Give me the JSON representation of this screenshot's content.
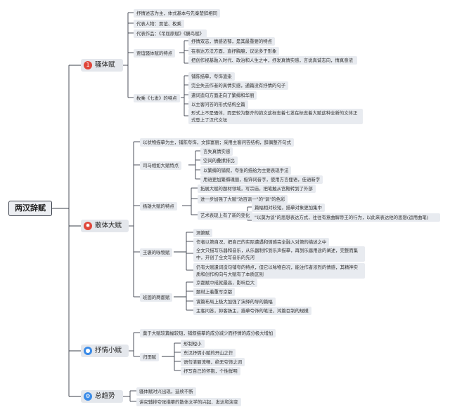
{
  "root": "两汉辞赋",
  "colors": {
    "line": "#3a3f4a",
    "node_bg": "#e8ebf0"
  },
  "categories": [
    {
      "label": "骚体赋",
      "icon": "circle-one-icon",
      "icon_text": "1",
      "icon_color": "#e0463a",
      "children": [
        "抒情述志为主，体式基本与先秦楚辞相同",
        "代表人物：贾谊、枚乘",
        "代表作品：《吊屈原赋》《鵩鸟赋》",
        {
          "label": "贾谊骚体赋的特点",
          "children": [
            "抒情双志，情感浓郁，是其最重要的特点",
            "在表达方法方面，直抒胸臆，议论多于形象",
            "把创作视基融入时代、政治和人生之中，抒发真情实感，言说真诚志向，情真意浓"
          ]
        },
        {
          "label": "枚乘《七发》的特点",
          "children": [
            "铺陈描摹，夸饰渲染",
            "完全失去作者的真情实感，通篇没有抒情的句子",
            "遣词造句方面走向了繁缛和华丽",
            "以主客问答的形式结构全篇",
            "形式上不是骚体，而是较为整齐的韵文这标志着七发在标志着大赋这种全新的文体正式登上了汉代文坛"
          ]
        }
      ]
    },
    {
      "label": "散体大赋",
      "icon": "sun-icon",
      "icon_text": "✹",
      "icon_color": "#e0463a",
      "children": [
        "以状物描摹为主，铺陈夸饰，文辞富丽；采用主客问答结构，辞偶整齐句式",
        {
          "label": "司马相如大赋特点",
          "children": [
            "言失真情实感",
            "空间的叠摞排比",
            "以繁缛的铺叙，夸张的描绘为主要表现手法",
            "用语更加繁缛瑰丽，极饰词音字，使用方言俚语，佳语新字"
          ]
        },
        {
          "label": "扬雄大赋的特点",
          "children": [
            "拓展大赋的题材领域，写宗庙，把笔触从宫殿转到了外部",
            "进一步加强了大赋\"劝百讽一\"的\"讽\"的色彩",
            {
              "label": "艺术表现上有了新的变化",
              "children": [
                "篇幅相对较短，描摹对象更加集中",
                "\"以莫为谈\"的思想表达方式，往往有意曲解帝王的行为，以此来表达他的思想(运用曲笔)"
              ]
            }
          ]
        },
        {
          "label": "王褒的咏物赋",
          "children": [
            "洞箫赋",
            "作者以第自况，把自己的实际遭遇和情感完全融入对箫的描述之中",
            "全文只描写乐器和音乐，从乐器制作到乐声描摹，再到乐器用途的阐述，完整而集中，开创了全文写音乐的先河",
            "仍有大赋遣词造句铺夸的特点，但它以咏物自况，能注作者浓烈的情感，其精神实质和创作构向与大赋有了本质区别"
          ]
        },
        {
          "label": "班固的两都赋",
          "children": [
            "京都赋中成就最高，影响巨大",
            "题材上着重写京都",
            "谋篇布局上极大加强了演绎的导的篇幅",
            "主客问答，抑客扬主，描摹夸饰的笔法，鸿篇巨制的规模"
          ]
        }
      ]
    },
    {
      "label": "抒情小赋",
      "icon": "blue-circle-icon",
      "icon_text": "●",
      "icon_color": "#3a8be8",
      "children": [
        "奠于大赋较篇幅较短，铺叙描摹的成分减少而抒情的成分极大增加",
        {
          "label": "归田赋",
          "children": [
            "形制短小",
            "东汉抒情小赋的开山之作",
            "语句清丽流畅，绝无夸饰之词",
            "抒写自己的怀抱，个性鲜明"
          ]
        }
      ]
    },
    {
      "label": "总趋势",
      "icon": "gear-icon",
      "icon_text": "⚙",
      "icon_color": "#3a8be8",
      "children": [
        "骚体赋时兴出现，延续不断",
        "讲究辅排夸张描摹的散体文学的兴起、发达和演变"
      ]
    }
  ]
}
